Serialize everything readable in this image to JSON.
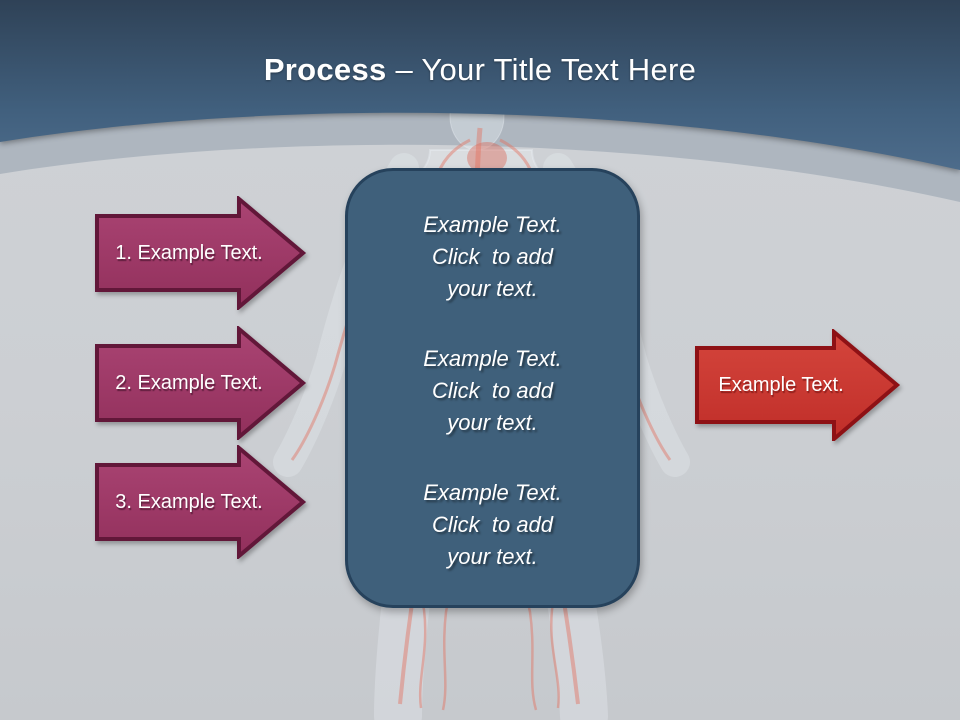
{
  "slide": {
    "title": {
      "bold": "Process",
      "rest": " – Your Title Text Here"
    },
    "process_arrows": [
      {
        "label": "1. Example Text."
      },
      {
        "label": "2. Example Text."
      },
      {
        "label": "3. Example Text."
      }
    ],
    "center_panel": {
      "paragraphs": [
        "Example Text.\nClick  to add\nyour text.",
        "Example Text.\nClick  to add\nyour text.",
        "Example Text.\nClick  to add\nyour text."
      ]
    },
    "result_arrow": {
      "label": "Example Text."
    },
    "background_figure": "human-anatomy-circulatory-figure",
    "colors": {
      "header_top": "#2f4257",
      "header_bottom": "#4d6c8b",
      "body_background": "#cccfd3",
      "curve_band": "#aeb6bf",
      "magenta_arrow_fill": "#a03a68",
      "magenta_arrow_border": "#621739",
      "red_arrow_fill": "#cd3b34",
      "red_arrow_border": "#8e1115",
      "panel_fill": "#3f607b",
      "panel_border": "#26425c",
      "text": "#ffffff"
    }
  }
}
